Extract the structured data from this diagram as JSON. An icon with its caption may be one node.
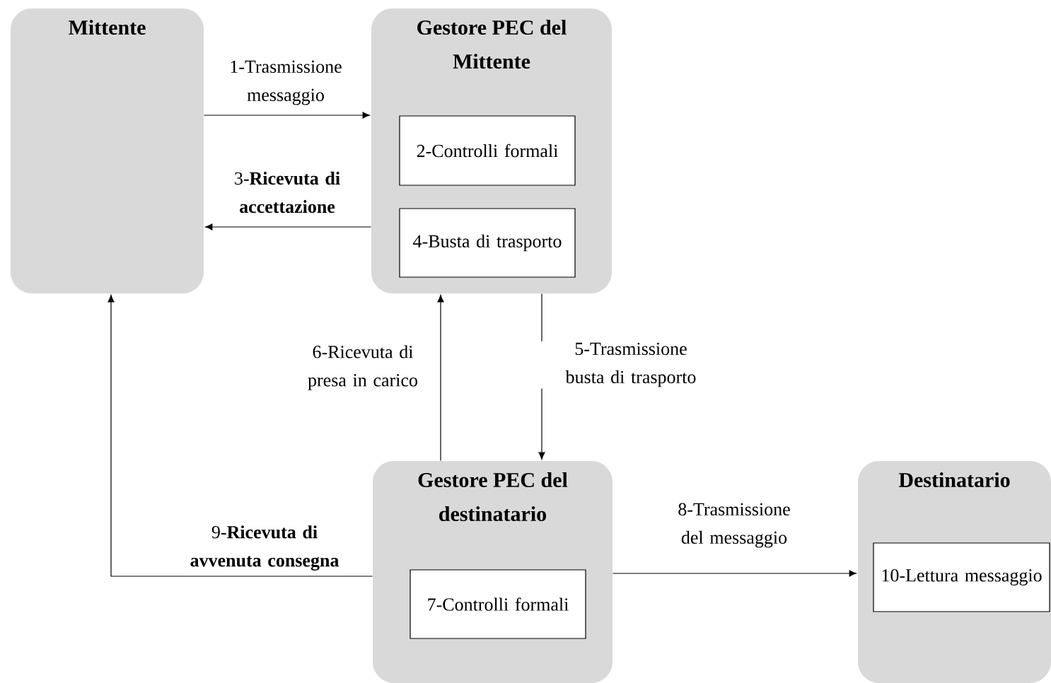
{
  "diagram": {
    "nodes": [
      {
        "text": [
          "Mittente"
        ]
      },
      {
        "text": [
          "Gestore PEC del Mittente"
        ]
      },
      {
        "text": [
          "2-Controlli formali"
        ],
        "in": 1
      },
      {
        "text": [
          "4-Busta di trasporto"
        ],
        "in": 1
      },
      {
        "text": [
          "Gestore PEC del destinatario"
        ]
      },
      {
        "text": [
          "7-Controlli formali"
        ],
        "in": 4
      },
      {
        "text": [
          "Destinatario"
        ]
      },
      {
        "text": [
          "10-Lettura messaggio"
        ],
        "in": 6
      }
    ],
    "edges": [
      {
        "from": 0,
        "to": 1,
        "arrow": "to",
        "label": "1-Trasmissione messaggio"
      },
      {
        "from": 1,
        "to": 0,
        "arrow": "to",
        "label": "3-**Ricevuta di accettazione**"
      },
      {
        "from": 1,
        "to": 4,
        "arrow": "to",
        "label": "5-Trasmissione busta di  trasporto"
      },
      {
        "from": 4,
        "to": 1,
        "arrow": "to",
        "label": "6-Ricevuta di presa in carico"
      },
      {
        "from": 4,
        "to": 0,
        "arrow": "to",
        "label": "9-**Ricevuta di avvenuta consegna**"
      },
      {
        "from": 4,
        "to": 6,
        "arrow": "to",
        "label": "8-Trasmissione del messaggio"
      }
    ]
  }
}
